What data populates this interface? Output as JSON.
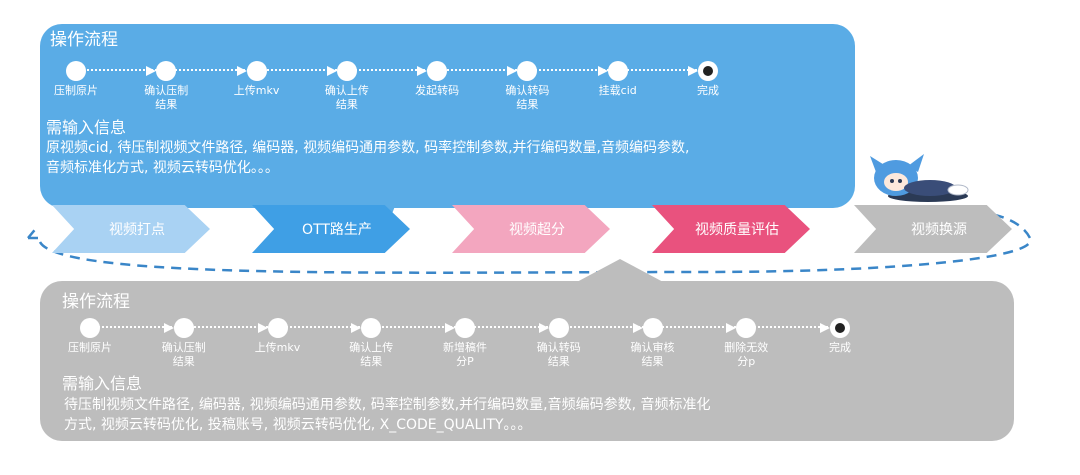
{
  "top": {
    "title": "操作流程",
    "steps": [
      "压制原片",
      "确认压制\n结果",
      "上传mkv",
      "确认上传\n结果",
      "发起转码",
      "确认转码\n结果",
      "挂载cid",
      "完成"
    ],
    "info_title": "需输入信息",
    "info_lines": [
      "原视频cid, 待压制视频文件路径, 编码器, 视频编码通用参数, 码率控制参数,并行编码数量,音频编码参数,",
      "音频标准化方式, 视频云转码优化。。。"
    ]
  },
  "pipeline": [
    {
      "label": "视频打点",
      "color": "#a9d2f3"
    },
    {
      "label": "OTT路生产",
      "color": "#3f9fe5"
    },
    {
      "label": "视频超分",
      "color": "#f3a6bf"
    },
    {
      "label": "视频质量评估",
      "color": "#e9527e"
    },
    {
      "label": "视频换源",
      "color": "#bdbdbd"
    }
  ],
  "bottom": {
    "title": "操作流程",
    "steps": [
      "压制原片",
      "确认压制\n结果",
      "上传mkv",
      "确认上传\n结果",
      "新增稿件\n分P",
      "确认转码\n结果",
      "确认审核\n结果",
      "删除无效\n分p",
      "完成"
    ],
    "info_title": "需输入信息",
    "info_lines": [
      "待压制视频文件路径, 编码器, 视频编码通用参数, 码率控制参数,并行编码数量,音频编码参数, 音频标准化",
      "方式, 视频云转码优化, 投稿账号, 视频云转码优化, X_CODE_QUALITY。。。"
    ]
  },
  "colors": {
    "top_panel": "#5aace6",
    "bottom_panel": "#bdbdbd",
    "loop": "#3a86c8"
  }
}
